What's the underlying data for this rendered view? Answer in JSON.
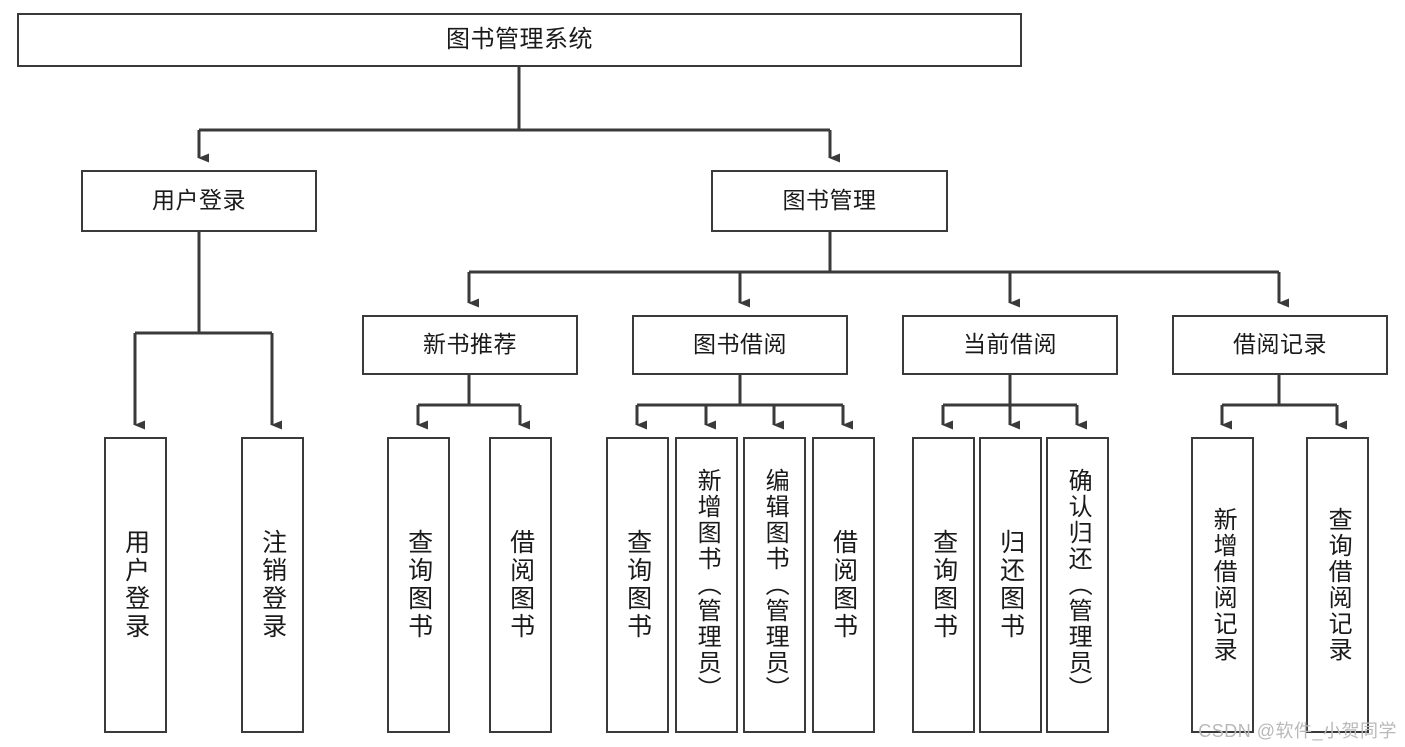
{
  "diagram": {
    "title": "图书管理系统",
    "type": "tree",
    "colors": {
      "stroke": "#3a3a3a",
      "box_fill": "#ffffff",
      "text": "#1a1a1a",
      "background": "#ffffff",
      "watermark": "#b9b9b9"
    },
    "nodes": {
      "root": {
        "label": "图书管理系统"
      },
      "level2": [
        {
          "id": "user-login",
          "label": "用户登录"
        },
        {
          "id": "book-manage",
          "label": "图书管理"
        }
      ],
      "level3": [
        {
          "id": "new-book-recommend",
          "label": "新书推荐"
        },
        {
          "id": "book-borrow",
          "label": "图书借阅"
        },
        {
          "id": "current-borrow",
          "label": "当前借阅"
        },
        {
          "id": "borrow-record",
          "label": "借阅记录"
        }
      ],
      "leaves": {
        "user_login": [
          {
            "id": "leaf-user-login",
            "label": "用户登录"
          },
          {
            "id": "leaf-logout-login",
            "label": "注销登录"
          }
        ],
        "new_book_recommend": [
          {
            "id": "leaf-query-book-1",
            "label": "查询图书"
          },
          {
            "id": "leaf-borrow-book-1",
            "label": "借阅图书"
          }
        ],
        "book_borrow": [
          {
            "id": "leaf-query-book-2",
            "label": "查询图书"
          },
          {
            "id": "leaf-add-book",
            "label": "新增图书（管理员）"
          },
          {
            "id": "leaf-edit-book",
            "label": "编辑图书（管理员）"
          },
          {
            "id": "leaf-borrow-book-2",
            "label": "借阅图书"
          }
        ],
        "current_borrow": [
          {
            "id": "leaf-query-book-3",
            "label": "查询图书"
          },
          {
            "id": "leaf-return-book",
            "label": "归还图书"
          },
          {
            "id": "leaf-confirm-return",
            "label": "确认归还（管理员）"
          }
        ],
        "borrow_record": [
          {
            "id": "leaf-add-record",
            "label": "新增借阅记录"
          },
          {
            "id": "leaf-query-record",
            "label": "查询借阅记录"
          }
        ]
      }
    },
    "watermark": "CSDN @软件_小贺同学"
  }
}
